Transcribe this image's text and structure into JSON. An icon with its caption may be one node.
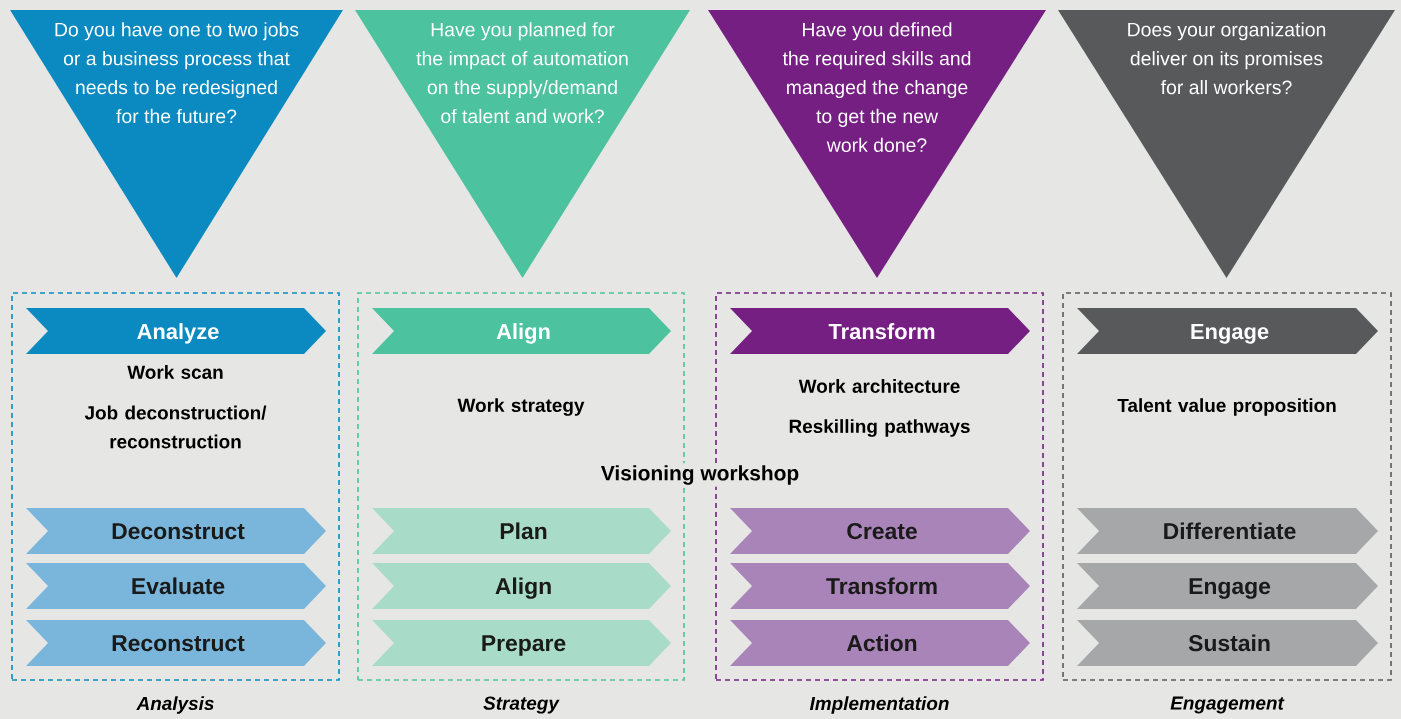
{
  "diagram": {
    "nodes": [
      {
        "text": [
          "Do you have one to two jobs or a business process that needs to be redesigned for the future?"
        ]
      },
      {
        "text": [
          "Work scan",
          "Job deconstruction/ reconstruction"
        ],
        "beside": [
          "Analysis"
        ]
      },
      {
        "text": [
          "Analyze"
        ],
        "in": 1
      },
      {
        "text": [
          "Deconstruct"
        ],
        "in": 1
      },
      {
        "text": [
          "Evaluate"
        ],
        "in": 1
      },
      {
        "text": [
          "Reconstruct"
        ],
        "in": 1
      },
      {
        "text": [
          "Have you planned for the impact of automation on the supply/demand of talent and work?"
        ]
      },
      {
        "text": [
          "Work strategy"
        ],
        "beside": [
          "Strategy"
        ]
      },
      {
        "text": [
          "Align"
        ],
        "in": 7
      },
      {
        "text": [
          "Plan"
        ],
        "in": 7
      },
      {
        "text": [
          "Align"
        ],
        "in": 7
      },
      {
        "text": [
          "Prepare"
        ],
        "in": 7
      },
      {
        "text": [
          "Have you defined the required skills and managed the change to get the new work done?"
        ]
      },
      {
        "text": [
          "Work architecture",
          "Reskilling pathways"
        ],
        "beside": [
          "Implementation"
        ]
      },
      {
        "text": [
          "Transform"
        ],
        "in": 13
      },
      {
        "text": [
          "Create"
        ],
        "in": 13
      },
      {
        "text": [
          "Transform"
        ],
        "in": 13
      },
      {
        "text": [
          "Action"
        ],
        "in": 13
      },
      {
        "text": [
          "Does your organization deliver on its promises for all workers?"
        ]
      },
      {
        "text": [
          "Talent value proposition"
        ],
        "beside": [
          "Engagement"
        ]
      },
      {
        "text": [
          "Engage"
        ],
        "in": 19
      },
      {
        "text": [
          "Differentiate"
        ],
        "in": 19
      },
      {
        "text": [
          "Engage"
        ],
        "in": 19
      },
      {
        "text": [
          "Sustain"
        ],
        "in": 19
      }
    ],
    "labels": [
      "Visioning workshop"
    ]
  }
}
